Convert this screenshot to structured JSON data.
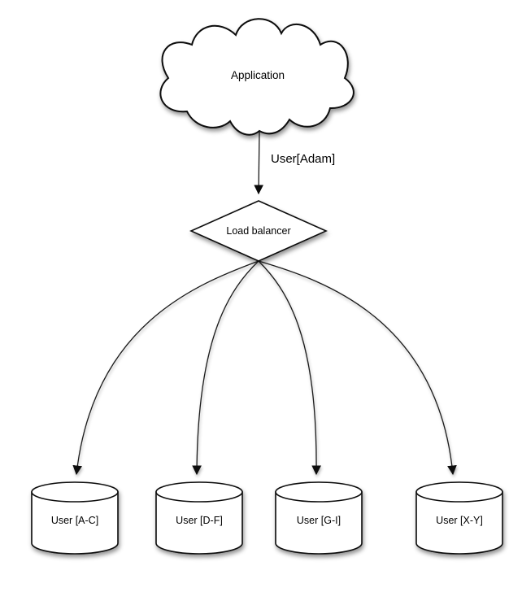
{
  "diagram": {
    "nodes": {
      "application": {
        "type": "cloud",
        "label": "Application"
      },
      "load_balancer": {
        "type": "decision-diamond",
        "label": "Load balancer"
      },
      "shards": [
        {
          "type": "database-cylinder",
          "label": "User [A-C]"
        },
        {
          "type": "database-cylinder",
          "label": "User [D-F]"
        },
        {
          "type": "database-cylinder",
          "label": "User [G-I]"
        },
        {
          "type": "database-cylinder",
          "label": "User [X-Y]"
        }
      ]
    },
    "edges": {
      "app_to_lb": {
        "label": "User[Adam]"
      }
    },
    "colors": {
      "background": "#ffffff",
      "shape_fill": "#ffffff",
      "stroke": "#000000",
      "text": "#000000",
      "shadow": "rgba(0,0,0,0.40)"
    }
  }
}
